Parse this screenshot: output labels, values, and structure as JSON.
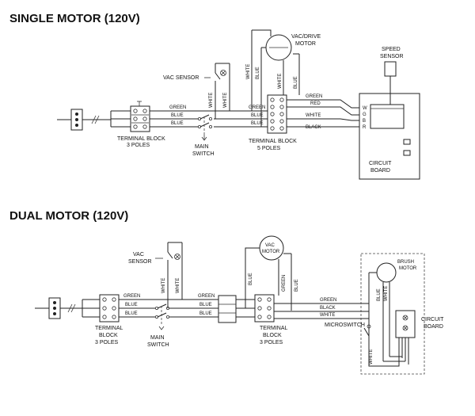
{
  "titles": {
    "single": "SINGLE MOTOR (120V)",
    "dual": "DUAL MOTOR (120V)"
  },
  "single": {
    "vac_drive_motor": [
      "VAC/DRIVE",
      "MOTOR"
    ],
    "vac_sensor": "VAC SENSOR",
    "speed_sensor": [
      "SPEED",
      "SENSOR"
    ],
    "tb3": [
      "TERMINAL BLOCK",
      "3 POLES"
    ],
    "tb5": [
      "TERMINAL BLOCK",
      "5 POLES"
    ],
    "main_switch": [
      "MAIN",
      "SWITCH"
    ],
    "circuit_board": [
      "CIRCUIT",
      "BOARD"
    ],
    "wires": {
      "green": "GREEN",
      "blue": "BLUE",
      "white": "WHITE",
      "red": "RED",
      "black": "BLACK"
    },
    "pins": [
      "W",
      "G",
      "B",
      "R"
    ]
  },
  "dual": {
    "vac_motor": [
      "VAC",
      "MOTOR"
    ],
    "brush_motor": [
      "BRUSH",
      "MOTOR"
    ],
    "vac_sensor": [
      "VAC",
      "SENSOR"
    ],
    "tb3a": [
      "TERMINAL",
      "BLOCK",
      "3 POLES"
    ],
    "tb3b": [
      "TERMINAL",
      "BLOCK",
      "3 POLES"
    ],
    "main_switch": [
      "MAIN",
      "SWITCH"
    ],
    "microswitch": "MICROSWITCH",
    "circuit_board": [
      "CIRCUIT",
      "BOARD"
    ],
    "wires": {
      "green": "GREEN",
      "blue": "BLUE",
      "white": "WHITE",
      "black": "BLACK"
    }
  }
}
